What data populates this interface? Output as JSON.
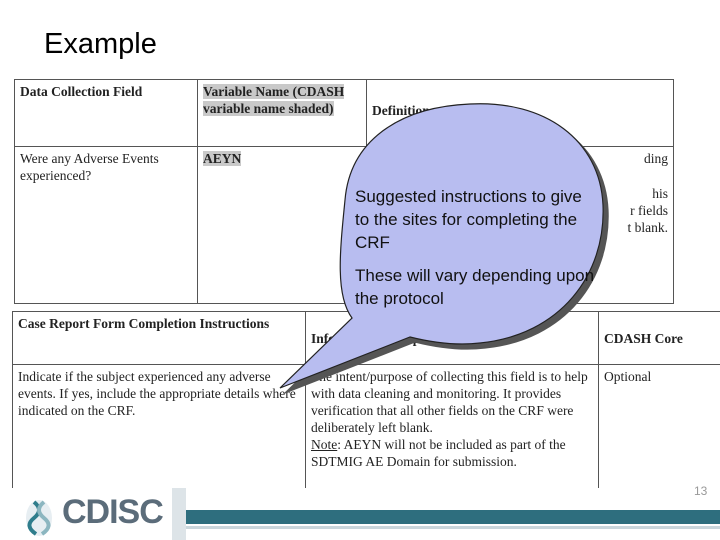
{
  "title": "Example",
  "top_table": {
    "headers": {
      "field": "Data Collection Field",
      "variable": "Variable Name (CDASH variable name shaded)",
      "definition": "Definition"
    },
    "row": {
      "field": "Were any Adverse Events experienced?",
      "variable": "AEYN",
      "definition_fragments": [
        "ding",
        "his",
        "r fields",
        "t blank."
      ]
    }
  },
  "bottom_table": {
    "headers": {
      "instructions": "Case Report Form Completion Instructions",
      "sponsor": "Information for Sponsors",
      "core": "CDASH Core"
    },
    "row": {
      "instructions": "Indicate if the subject experienced any adverse events. If yes, include the appropriate details where indicated on the CRF.",
      "sponsor_line1": "The intent/purpose of collecting this field is to help with data cleaning and monitoring. It provides verification that all other fields on the CRF were deliberately left blank.",
      "note_label": "Note",
      "note_text": ": AEYN will not be included as part of the SDTMIG AE Domain for submission.",
      "core": "Optional"
    }
  },
  "callout": {
    "line1": "Suggested instructions to give to the sites for completing the CRF",
    "line2": "These will vary depending upon the protocol",
    "fill": "#b8bdf0"
  },
  "footer": {
    "logo": "CDISC",
    "page_number": "13",
    "bar_color": "#2e6e7e"
  }
}
